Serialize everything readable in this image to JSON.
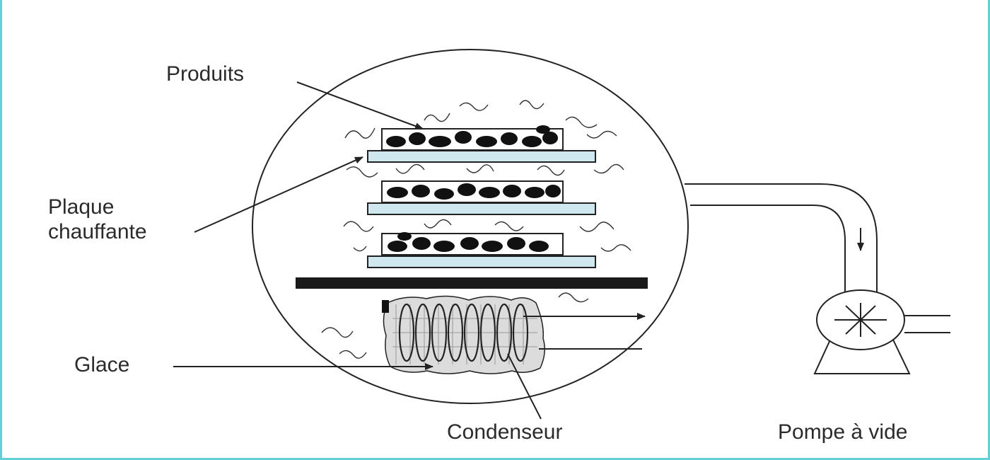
{
  "labels": {
    "produits": "Produits",
    "plaque_line1": "Plaque",
    "plaque_line2": "chauffante",
    "glace": "Glace",
    "condenseur": "Condenseur",
    "pompe": "Pompe à vide"
  },
  "colors": {
    "frame": "#62d0d6",
    "plate_fill": "#cfe8f0",
    "stroke": "#222222"
  }
}
